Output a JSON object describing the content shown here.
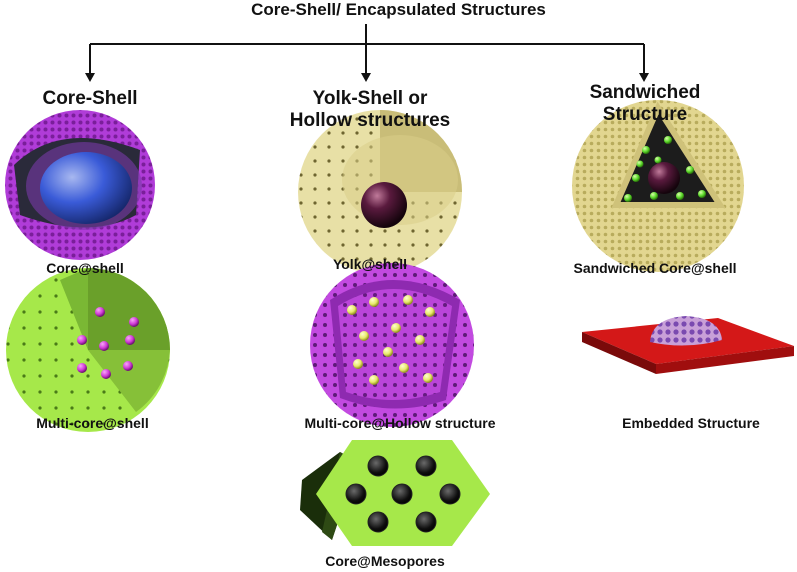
{
  "title": "Core-Shell/  Encapsulated Structures",
  "columns": [
    {
      "heading": "Core-Shell"
    },
    {
      "heading_line1": "Yolk-Shell or",
      "heading_line2": "Hollow structures"
    },
    {
      "heading_line1": "Sandwiched",
      "heading_line2": "Structure"
    }
  ],
  "captions": {
    "core_shell": "Core@shell",
    "yolk_shell": "Yolk@shell",
    "sandwiched": "Sandwiched Core@shell",
    "multi_core_shell": "Multi-core@shell",
    "multi_core_hollow": "Multi-core@Hollow structure",
    "embedded": "Embedded Structure",
    "mesopores": "Core@Mesopores"
  },
  "colors": {
    "purple_shell": "#b03cd8",
    "blue_core": "#3a5bd8",
    "cream_shell": "#e8e0a6",
    "dark_core": "#3a0f2a",
    "green_shell": "#a6e84a",
    "pink_dots": "#d03ad6",
    "yellow_dots": "#e8e86a",
    "red_substrate": "#c81414"
  }
}
